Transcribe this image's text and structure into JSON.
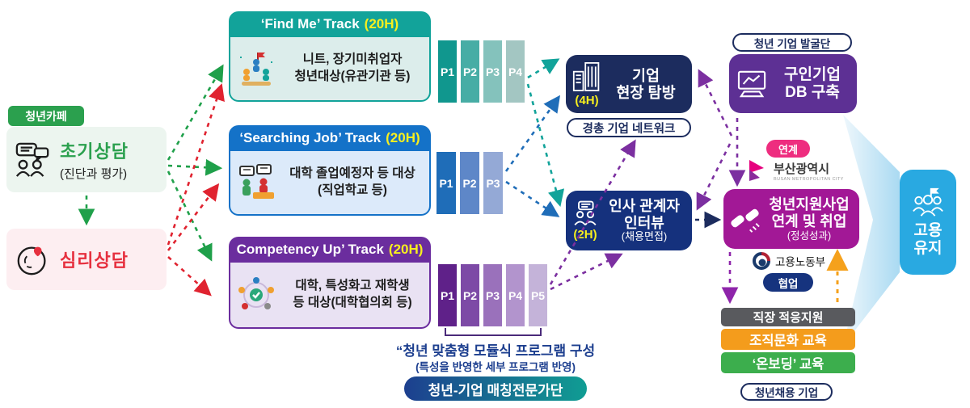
{
  "left": {
    "cafe_pill": "청년카페",
    "initial_title": "초기상담",
    "initial_sub": "(진단과 평가)",
    "psych_title": "심리상담"
  },
  "tracks": [
    {
      "name": "‘Find Me’ Track",
      "hours": "(20H)",
      "line1": "니트, 장기미취업자",
      "line2": "청년대상(유관기관 등)"
    },
    {
      "name": "‘Searching Job’ Track",
      "hours": "(20H)",
      "line1": "대학 졸업예정자 등 대상",
      "line2": "(직업학교 등)"
    },
    {
      "name": "Competency Up’ Track",
      "hours": "(20H)",
      "line1": "대학, 특성화고 재학생",
      "line2": "등 대상(대학협의회 등)"
    }
  ],
  "bars": {
    "teal": [
      "P1",
      "P2",
      "P3",
      "P4"
    ],
    "blue": [
      "P1",
      "P2",
      "P3"
    ],
    "purple": [
      "P1",
      "P2",
      "P3",
      "P4",
      "P5"
    ]
  },
  "modules": {
    "note1": "“청년 맞춤형 모듈식 프로그램 구성",
    "note2": "(특성을 반영한 세부 프로그램 반영)",
    "pill": "청년-기업 매칭전문가단"
  },
  "visit": {
    "line1": "기업",
    "line2": "현장 탐방",
    "hours": "(4H)",
    "network": "경총 기업 네트워크"
  },
  "interview": {
    "line1": "인사 관계자",
    "line2": "인터뷰",
    "sub": "(채용면접)",
    "hours": "(2H)"
  },
  "right": {
    "finder_pill": "청년 기업 발굴단",
    "db_line1": "구인기업",
    "db_line2": "DB 구축",
    "link_pill": "연계",
    "busan_name": "부산광역시",
    "busan_eng": "BUSAN METROPOLITAN CITY",
    "support_line1": "청년지원사업",
    "support_line2": "연계 및 취업",
    "support_sub": "(정성성과)",
    "moel_name": "고용노동부",
    "collab_pill": "협업",
    "adapt1": "직장 적응지원",
    "adapt2": "조직문화 교육",
    "adapt3": "‘온보딩’ 교육",
    "hire_pill": "청년채용 기업"
  },
  "retention": {
    "line1": "고용",
    "line2": "유지"
  },
  "colors": {
    "green": "#2ba04e",
    "red": "#e6303f",
    "teal": "#12a39a",
    "blue": "#1472c8",
    "purple": "#6b2d9e",
    "navy": "#1c2c5e",
    "interview_navy": "#15317d",
    "db_purple": "#5d3094",
    "magenta": "#a21896",
    "pink": "#ee2d7f",
    "orange": "#f49c1c",
    "adapt_green": "#3cae4d",
    "gray": "#595a5e",
    "cyan": "#29a9e1",
    "yellow": "#f7ef1e"
  }
}
